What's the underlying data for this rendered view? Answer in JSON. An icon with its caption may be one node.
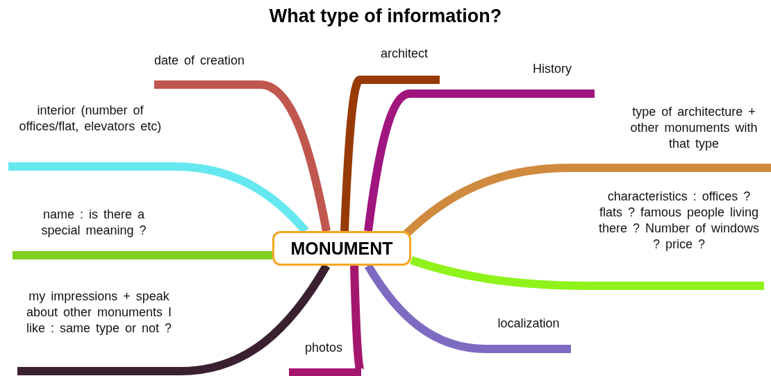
{
  "diagram": {
    "title": "What type of information?",
    "nodes": [
      {
        "text": [
          "MONUMENT"
        ]
      },
      {
        "text": [
          "date of creation"
        ]
      },
      {
        "text": [
          "architect"
        ]
      },
      {
        "text": [
          "History"
        ]
      },
      {
        "text": [
          "interior (number of offices/flat, elevators etc)"
        ]
      },
      {
        "text": [
          "type of architecture + other monuments with that type"
        ]
      },
      {
        "text": [
          "name : is there a special meaning ?"
        ]
      },
      {
        "text": [
          "characteristics : offices ? flats ? famous people living there ? Number of windows ? price ?"
        ]
      },
      {
        "text": [
          "my impressions + speak about other monuments I like : same type or not ?"
        ]
      },
      {
        "text": [
          "localization"
        ]
      },
      {
        "text": [
          "photos"
        ]
      }
    ],
    "edges": [
      {
        "from": 0,
        "to": 1,
        "arrow": "none",
        "color": "#c0574f"
      },
      {
        "from": 0,
        "to": 2,
        "arrow": "none",
        "color": "#983a06"
      },
      {
        "from": 0,
        "to": 3,
        "arrow": "none",
        "color": "#a0157e"
      },
      {
        "from": 0,
        "to": 4,
        "arrow": "none",
        "color": "#66e8f0"
      },
      {
        "from": 0,
        "to": 5,
        "arrow": "none",
        "color": "#d08a3e"
      },
      {
        "from": 0,
        "to": 6,
        "arrow": "none",
        "color": "#7fcf1f"
      },
      {
        "from": 0,
        "to": 7,
        "arrow": "none",
        "color": "#8ff21a"
      },
      {
        "from": 0,
        "to": 8,
        "arrow": "none",
        "color": "#3a2030"
      },
      {
        "from": 0,
        "to": 9,
        "arrow": "none",
        "color": "#7d6bc2"
      },
      {
        "from": 0,
        "to": 10,
        "arrow": "none",
        "color": "#a5166f"
      }
    ]
  }
}
